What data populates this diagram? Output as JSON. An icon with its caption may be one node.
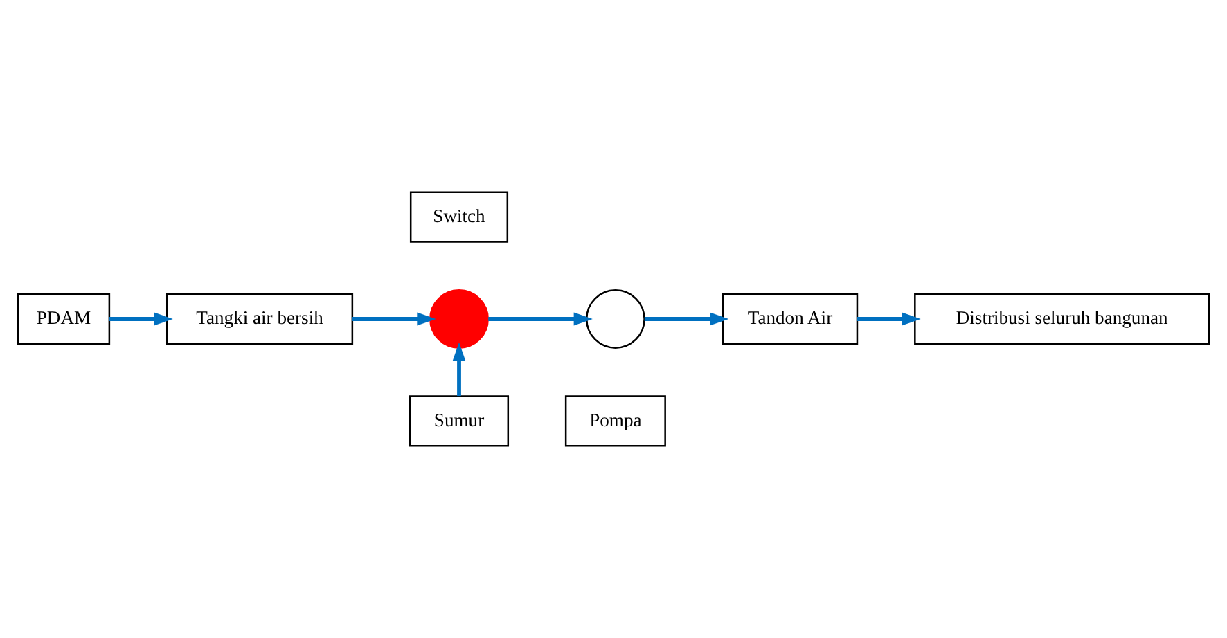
{
  "diagram": {
    "nodes": [
      {
        "text": [
          "PDAM"
        ]
      },
      {
        "text": [
          "Tangki air bersih"
        ]
      },
      {
        "text": [
          "Switch"
        ]
      },
      {
        "text": [],
        "shape": "circle"
      },
      {
        "text": [],
        "shape": "circle"
      },
      {
        "text": [
          "Pompa"
        ]
      },
      {
        "text": [
          "Sumur"
        ]
      },
      {
        "text": [
          "Tandon Air"
        ]
      },
      {
        "text": [
          "Distribusi seluruh bangunan"
        ]
      }
    ],
    "edges": [
      {
        "from": 0,
        "to": 1,
        "arrow": "to"
      },
      {
        "from": 1,
        "to": 3,
        "arrow": "to"
      },
      {
        "from": 6,
        "to": 3,
        "arrow": "to"
      },
      {
        "from": 3,
        "to": 4,
        "arrow": "to"
      },
      {
        "from": 4,
        "to": 7,
        "arrow": "to"
      },
      {
        "from": 7,
        "to": 8,
        "arrow": "to"
      }
    ]
  }
}
